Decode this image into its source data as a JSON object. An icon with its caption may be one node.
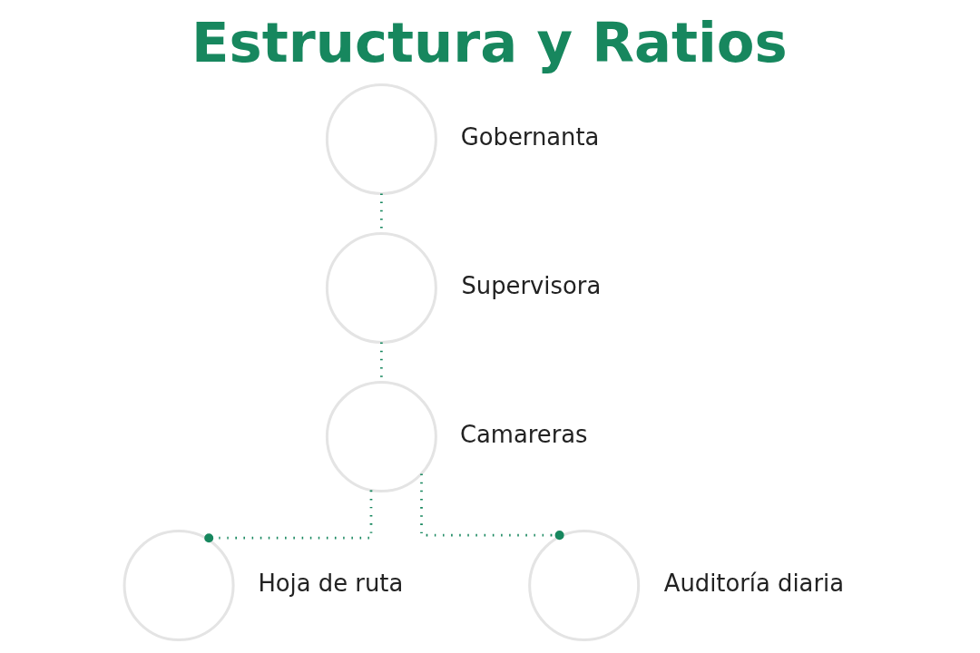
{
  "diagram": {
    "title": "Estructura y Ratios",
    "nodes": [
      {
        "text": [],
        "shape": "circle",
        "beside": [
          "Gobernanta"
        ]
      },
      {
        "text": [],
        "shape": "circle",
        "beside": [
          "Supervisora"
        ]
      },
      {
        "text": [],
        "shape": "circle",
        "beside": [
          "Camareras"
        ]
      },
      {
        "text": [],
        "shape": "circle",
        "beside": [
          "Hoja de ruta"
        ]
      },
      {
        "text": [],
        "shape": "circle",
        "beside": [
          "Auditoría diaria"
        ]
      }
    ],
    "edges": [
      {
        "from": 0,
        "to": 1,
        "arrow": "none"
      },
      {
        "from": 1,
        "to": 2,
        "arrow": "none"
      },
      {
        "from": 2,
        "to": 3,
        "arrow": "other"
      },
      {
        "from": 2,
        "to": 4,
        "arrow": "other"
      }
    ]
  }
}
